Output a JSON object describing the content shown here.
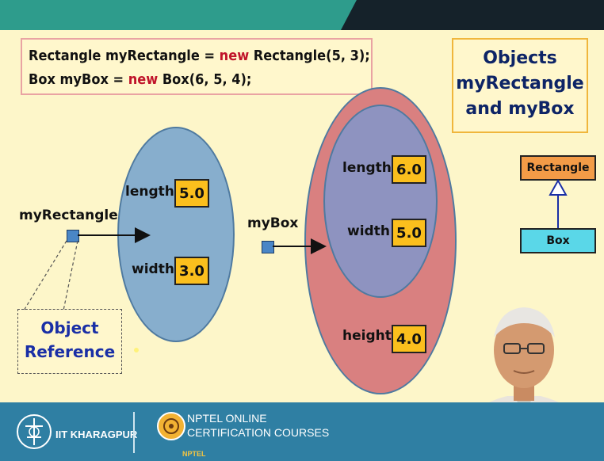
{
  "code": {
    "line1": {
      "type": "Rectangle myRectangle = ",
      "keyword": "new",
      "rest": " Rectangle(5, 3);"
    },
    "line2": {
      "type": "Box myBox = ",
      "keyword": "new",
      "rest": " Box(6, 5, 4);"
    }
  },
  "title": {
    "line1": "Objects",
    "line2": "myRectangle",
    "line3": "and myBox"
  },
  "rectangle_object": {
    "ref_label": "myRectangle",
    "length_label": "length",
    "length_value": "5.0",
    "width_label": "width",
    "width_value": "3.0"
  },
  "box_object": {
    "ref_label": "myBox",
    "length_label": "length",
    "length_value": "6.0",
    "width_label": "width",
    "width_value": "5.0",
    "height_label": "height",
    "height_value": "4.0"
  },
  "object_reference": {
    "line1": "Object",
    "line2": "Reference"
  },
  "uml": {
    "parent": "Rectangle",
    "child": "Box"
  },
  "footer": {
    "iit": "IIT KHARAGPUR",
    "nptel_line1": "NPTEL ONLINE",
    "nptel_line2": "CERTIFICATION COURSES",
    "nptel_small": "NPTEL"
  },
  "colors": {
    "accent_teal": "#2e9c8c",
    "value_box": "#fbbf1d",
    "keyword_red": "#c0142a",
    "footer_blue": "#2f7fa3"
  }
}
